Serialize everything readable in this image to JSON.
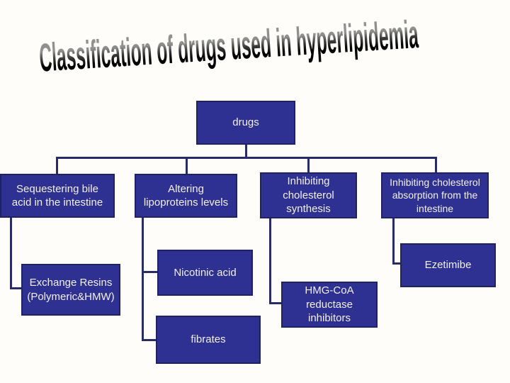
{
  "slide": {
    "title": "Classification of drugs used in hyperlipidemia"
  },
  "colors": {
    "background": "#fffdfa",
    "box_fill": "#2e3191",
    "box_border": "#20235f",
    "box_text": "#f2f0e9",
    "connector": "#272b67",
    "title_gradient_top": "#909090",
    "title_gradient_bottom": "#000000"
  },
  "nodes": {
    "root": {
      "label": "drugs"
    },
    "branch_bile": {
      "lines": [
        "Sequestering bile",
        "acid in the intestine"
      ]
    },
    "branch_lipoproteins": {
      "lines": [
        "Altering",
        "lipoproteins levels"
      ]
    },
    "branch_synthesis": {
      "lines": [
        "Inhibiting",
        "cholesterol",
        "synthesis"
      ]
    },
    "branch_absorption": {
      "lines": [
        "Inhibiting cholesterol",
        "absorption from the",
        "intestine"
      ]
    },
    "child_exchange_resins": {
      "lines": [
        "Exchange Resins",
        "(Polymeric&HMW)"
      ]
    },
    "child_nicotinic": {
      "label": "Nicotinic acid"
    },
    "child_fibrates": {
      "label": "fibrates"
    },
    "child_hmg_coa": {
      "lines": [
        "HMG-CoA",
        "reductase",
        "inhibitors"
      ]
    },
    "child_ezetimibe": {
      "label": "Ezetimibe"
    }
  }
}
